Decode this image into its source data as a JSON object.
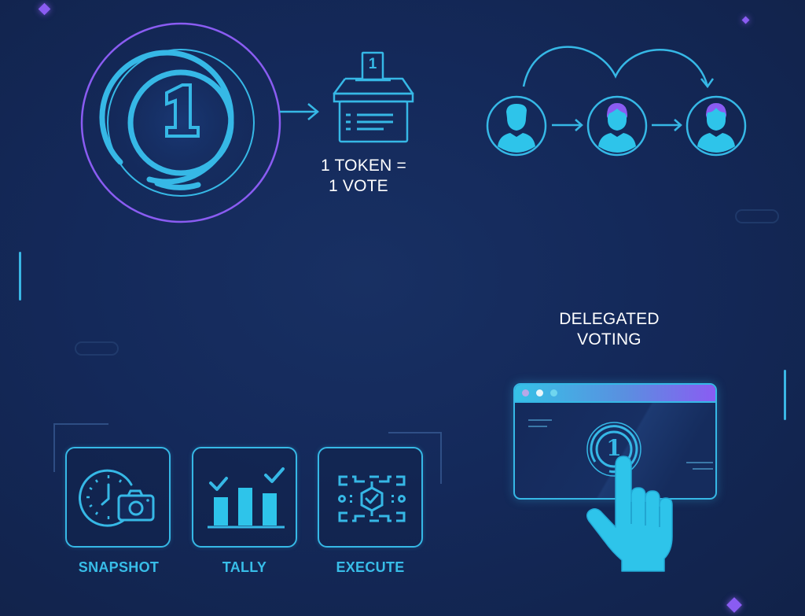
{
  "colors": {
    "background": "#14295a",
    "accent_cyan": "#36b8e6",
    "accent_purple": "#8a5cf2",
    "text_white": "#ffffff"
  },
  "token": {
    "coin_numeral": "1",
    "icon": "token-coin-icon"
  },
  "ballot": {
    "ballot_numeral": "1",
    "icon": "ballot-box-icon",
    "caption_line1": "1 TOKEN =",
    "caption_line2": "1 VOTE"
  },
  "delegation": {
    "icons": [
      "user-icon",
      "user-icon",
      "user-icon"
    ],
    "caption_line1": "DELEGATED",
    "caption_line2": "VOTING"
  },
  "steps": [
    {
      "label": "SNAPSHOT",
      "icon": "clock-camera-icon"
    },
    {
      "label": "TALLY",
      "icon": "bar-chart-check-icon"
    },
    {
      "label": "EXECUTE",
      "icon": "circuit-check-icon"
    }
  ],
  "browser": {
    "coin_numeral": "1",
    "icon": "hand-pointer-icon"
  }
}
